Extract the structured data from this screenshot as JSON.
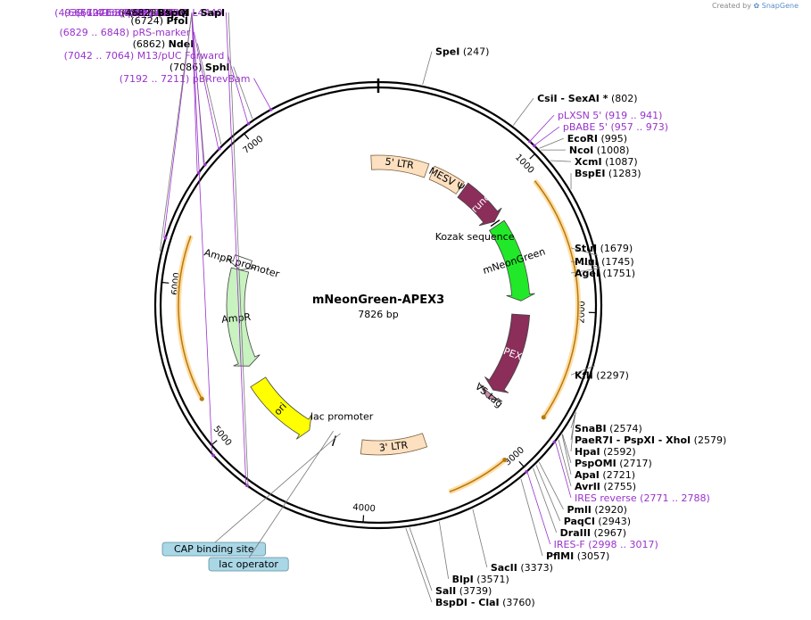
{
  "credit": {
    "prefix": "Created by",
    "brand": "SnapGene"
  },
  "plasmid": {
    "name": "mNeonGreen-APEX3",
    "size_label": "7826 bp",
    "length": 7826
  },
  "colors": {
    "enzyme": "#000000",
    "primer": "#9933cc",
    "backbone": "#000000",
    "ltr": "#fde0c0",
    "gag": "#8b2e5a",
    "mneongreen": "#22e82a",
    "apex2": "#8b2e5a",
    "v5": "#c98aa8",
    "ampr": "#c8f2c0",
    "ampr_promoter": "#ffffff",
    "ori": "#ffff00",
    "lac_promoter": "#ffffff",
    "orf": "#f0a020",
    "misc_box": "#a9d7e6"
  },
  "ticks": [
    {
      "pos": 1000,
      "label": "1000"
    },
    {
      "pos": 2000,
      "label": "2000"
    },
    {
      "pos": 3000,
      "label": "3000"
    },
    {
      "pos": 4000,
      "label": "4000"
    },
    {
      "pos": 5000,
      "label": "5000"
    },
    {
      "pos": 6000,
      "label": "6000"
    },
    {
      "pos": 7000,
      "label": "7000"
    }
  ],
  "features": [
    {
      "name": "5' LTR",
      "start": 7765,
      "end": 7826,
      "extra_wrap_end": 430,
      "type": "box",
      "color_key": "ltr"
    },
    {
      "name": "MESV Ψ",
      "start": 480,
      "end": 760,
      "type": "box",
      "color_key": "ltr"
    },
    {
      "name": "gag (truncated)",
      "start": 790,
      "end": 1180,
      "type": "arrow",
      "color_key": "gag"
    },
    {
      "name": "mNeonGreen",
      "start": 1220,
      "end": 1920,
      "type": "arrow",
      "color_key": "mneongreen"
    },
    {
      "name": "Kozak sequence",
      "start": 1195,
      "end": 1215,
      "type": "mark",
      "color_key": "backbone"
    },
    {
      "name": "APEX2",
      "start": 2040,
      "end": 2750,
      "type": "arrow",
      "color_key": "apex2"
    },
    {
      "name": "V5 tag",
      "start": 2790,
      "end": 2835,
      "type": "arrow",
      "color_key": "v5"
    },
    {
      "name": "3' LTR",
      "start": 3500,
      "end": 4060,
      "type": "box",
      "color_key": "ltr"
    },
    {
      "name": "lac promoter",
      "start": 4305,
      "end": 4335,
      "type": "mark",
      "color_key": "backbone"
    },
    {
      "name": "ori",
      "start": 4540,
      "end": 5160,
      "type": "arrow_ccw",
      "color_key": "ori"
    },
    {
      "name": "AmpR",
      "start": 5320,
      "end": 6180,
      "type": "arrow_ccw",
      "color_key": "ampr"
    },
    {
      "name": "AmpR promoter",
      "start": 6180,
      "end": 6290,
      "type": "arrow_ccw",
      "color_key": "ampr_promoter"
    }
  ],
  "orfs": [
    {
      "start": 1120,
      "end": 2700,
      "dir": "cw"
    },
    {
      "start": 3060,
      "end": 3460,
      "dir": "ccw"
    },
    {
      "start": 5260,
      "end": 6310,
      "dir": "ccw"
    }
  ],
  "sites": [
    {
      "text": "SpeI",
      "coord": "(247)",
      "pos": 247,
      "kind": "enzyme"
    },
    {
      "text": "CsiI  - SexAI *",
      "coord": "(802)",
      "pos": 802,
      "kind": "enzyme"
    },
    {
      "text": "pLXSN 5'",
      "coord": "(919 .. 941)",
      "pos": 930,
      "kind": "primer"
    },
    {
      "text": "pBABE 5'",
      "coord": "(957 .. 973)",
      "pos": 965,
      "kind": "primer"
    },
    {
      "text": "EcoRI",
      "coord": "(995)",
      "pos": 995,
      "kind": "enzyme"
    },
    {
      "text": "NcoI",
      "coord": "(1008)",
      "pos": 1008,
      "kind": "enzyme"
    },
    {
      "text": "XcmI",
      "coord": "(1087)",
      "pos": 1087,
      "kind": "enzyme"
    },
    {
      "text": "BspEI",
      "coord": "(1283)",
      "pos": 1283,
      "kind": "enzyme"
    },
    {
      "text": "StuI",
      "coord": "(1679)",
      "pos": 1679,
      "kind": "enzyme"
    },
    {
      "text": "MluI",
      "coord": "(1745)",
      "pos": 1745,
      "kind": "enzyme"
    },
    {
      "text": "AgeI",
      "coord": "(1751)",
      "pos": 1751,
      "kind": "enzyme"
    },
    {
      "text": "KflI",
      "coord": "(2297)",
      "pos": 2297,
      "kind": "enzyme"
    },
    {
      "text": "SnaBI",
      "coord": "(2574)",
      "pos": 2574,
      "kind": "enzyme"
    },
    {
      "text": "PaeR7I  - PspXI  - XhoI",
      "coord": "(2579)",
      "pos": 2579,
      "kind": "enzyme"
    },
    {
      "text": "HpaI",
      "coord": "(2592)",
      "pos": 2592,
      "kind": "enzyme"
    },
    {
      "text": "PspOMI",
      "coord": "(2717)",
      "pos": 2717,
      "kind": "enzyme"
    },
    {
      "text": "ApaI",
      "coord": "(2721)",
      "pos": 2721,
      "kind": "enzyme"
    },
    {
      "text": "AvrII",
      "coord": "(2755)",
      "pos": 2755,
      "kind": "enzyme"
    },
    {
      "text": "IRES reverse",
      "coord": "(2771 .. 2788)",
      "pos": 2780,
      "kind": "primer"
    },
    {
      "text": "PmlI",
      "coord": "(2920)",
      "pos": 2920,
      "kind": "enzyme"
    },
    {
      "text": "PaqCI",
      "coord": "(2943)",
      "pos": 2943,
      "kind": "enzyme"
    },
    {
      "text": "DraIII",
      "coord": "(2967)",
      "pos": 2967,
      "kind": "enzyme"
    },
    {
      "text": "IRES-F",
      "coord": "(2998 .. 3017)",
      "pos": 3008,
      "kind": "primer"
    },
    {
      "text": "PflMI",
      "coord": "(3057)",
      "pos": 3057,
      "kind": "enzyme"
    },
    {
      "text": "SacII",
      "coord": "(3373)",
      "pos": 3373,
      "kind": "enzyme"
    },
    {
      "text": "BlpI",
      "coord": "(3571)",
      "pos": 3571,
      "kind": "enzyme"
    },
    {
      "text": "SalI",
      "coord": "(3739)",
      "pos": 3739,
      "kind": "enzyme"
    },
    {
      "text": "BspDI  - ClaI",
      "coord": "(3760)",
      "pos": 3760,
      "kind": "enzyme"
    },
    {
      "text": "BspQI  - SapI",
      "coord": "(4682)",
      "pos": 4682,
      "kind": "enzyme"
    },
    {
      "text": "L4440",
      "coord": "(4688 .. 4705)",
      "pos": 4696,
      "kind": "primer"
    },
    {
      "text": "pBR322ori-F",
      "coord": "(4939 .. 4958)",
      "pos": 4948,
      "kind": "primer"
    },
    {
      "text": "Amp-R",
      "coord": "(6241 .. 6260)",
      "pos": 6250,
      "kind": "primer"
    },
    {
      "text": "ScaI",
      "coord": "(6171)",
      "pos": 6171,
      "kind": "enzyme"
    },
    {
      "text": "pBRforEco",
      "coord": "(6651 .. 6669)",
      "pos": 6660,
      "kind": "primer"
    },
    {
      "text": "PfoI",
      "coord": "(6724)",
      "pos": 6724,
      "kind": "enzyme"
    },
    {
      "text": "pGEX 3'",
      "coord": "(6707 .. 6729)",
      "pos": 6718,
      "kind": "primer"
    },
    {
      "text": "pRS-marker",
      "coord": "(6829 .. 6848)",
      "pos": 6838,
      "kind": "primer"
    },
    {
      "text": "NdeI",
      "coord": "(6862)",
      "pos": 6862,
      "kind": "enzyme"
    },
    {
      "text": "M13/pUC Forward",
      "coord": "(7042 .. 7064)",
      "pos": 7053,
      "kind": "primer"
    },
    {
      "text": "SphI",
      "coord": "(7086)",
      "pos": 7086,
      "kind": "enzyme"
    },
    {
      "text": "pBRrevBam",
      "coord": "(7192 .. 7211)",
      "pos": 7201,
      "kind": "primer"
    }
  ],
  "misc_boxes": [
    {
      "text": "CAP binding site",
      "pos": 4270
    },
    {
      "text": "lac operator",
      "pos": 4340
    }
  ]
}
